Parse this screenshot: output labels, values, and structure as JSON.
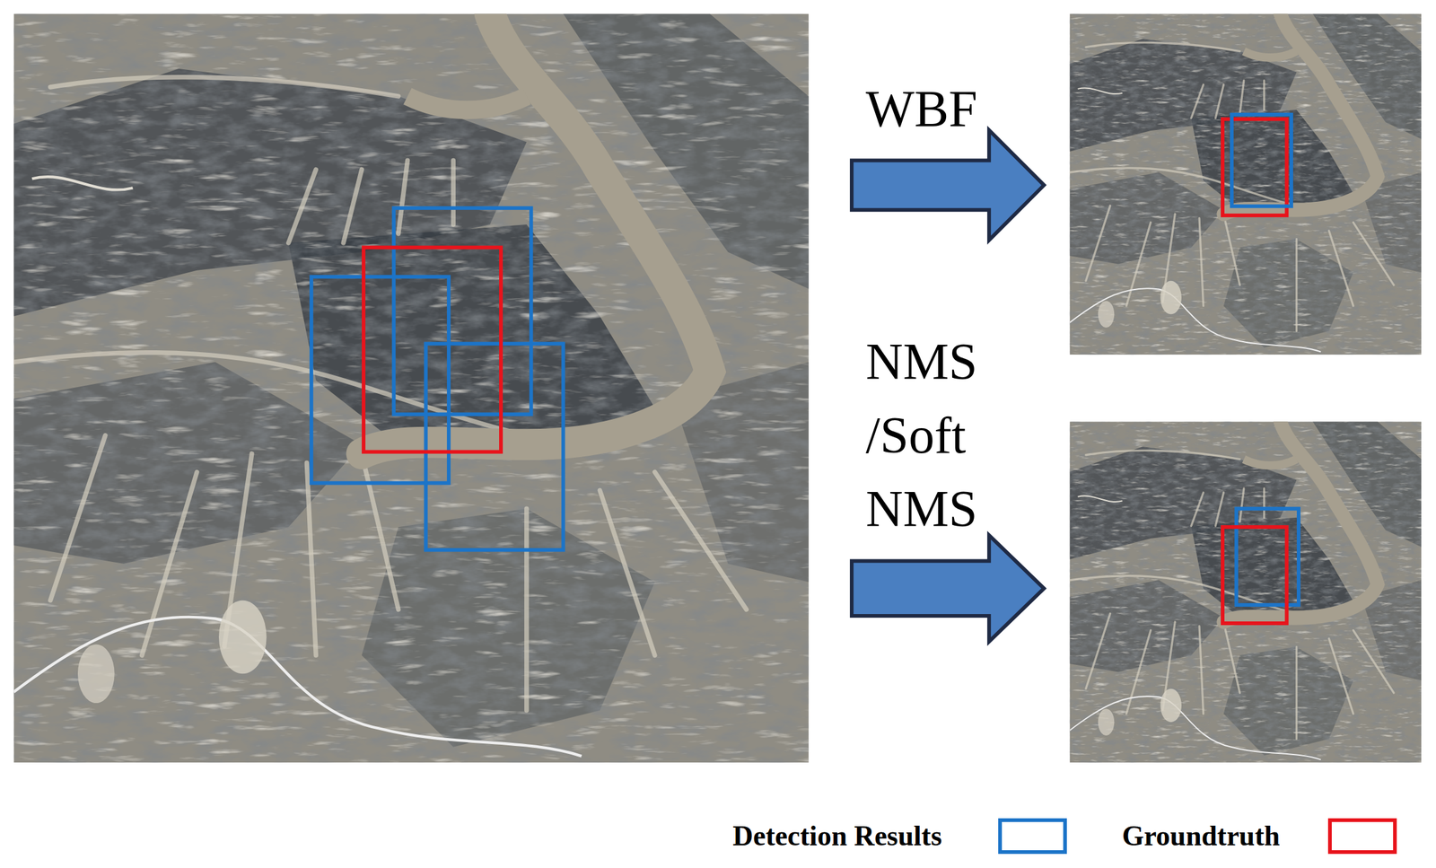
{
  "diagram": {
    "labels": [
      "WBF",
      "NMS /Soft NMS"
    ],
    "legend": [
      {
        "text": "Detection Results"
      },
      {
        "text": "Groundtruth"
      }
    ]
  }
}
